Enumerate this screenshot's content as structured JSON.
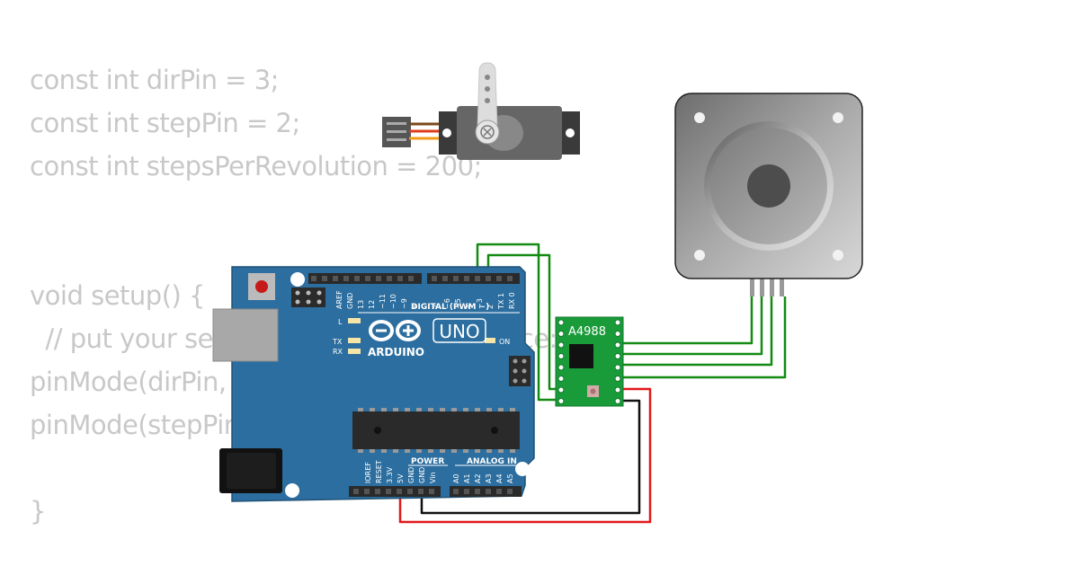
{
  "code": {
    "lines": [
      "const int dirPin = 3;",
      "const int stepPin = 2;",
      "const int stepsPerRevolution = 200;",
      "",
      "",
      "void setup() {",
      "  // put your setup code here, to run once:",
      "pinMode(dirPin, OUTPUT);",
      "pinMode(stepPin, OUTPUT);",
      "",
      "}"
    ]
  },
  "arduino": {
    "brand": "ARDUINO",
    "model": "UNO",
    "digital_header": "DIGITAL (PWM ~)",
    "power_header": "POWER",
    "analog_header": "ANALOG IN",
    "led_l": "L",
    "led_tx": "TX",
    "led_rx": "RX",
    "led_on": "ON",
    "digital_pins": [
      "AREF",
      "GND",
      "13",
      "12",
      "~11",
      "~10",
      "~9",
      "8",
      "7",
      "~6",
      "~5",
      "4",
      "~3",
      "2",
      "TX 1",
      "RX 0"
    ],
    "power_pins": [
      "IOREF",
      "RESET",
      "3.3V",
      "5V",
      "GND",
      "GND",
      "Vin"
    ],
    "analog_pins": [
      "A0",
      "A1",
      "A2",
      "A3",
      "A4",
      "A5"
    ]
  },
  "driver": {
    "label": "A4988"
  },
  "colors": {
    "board": "#2c6e9f",
    "driver": "#1a9b3a",
    "wire_green": "#138a13",
    "wire_red": "#e0191a",
    "wire_black": "#111111",
    "code_text": "#c8c8c8"
  }
}
